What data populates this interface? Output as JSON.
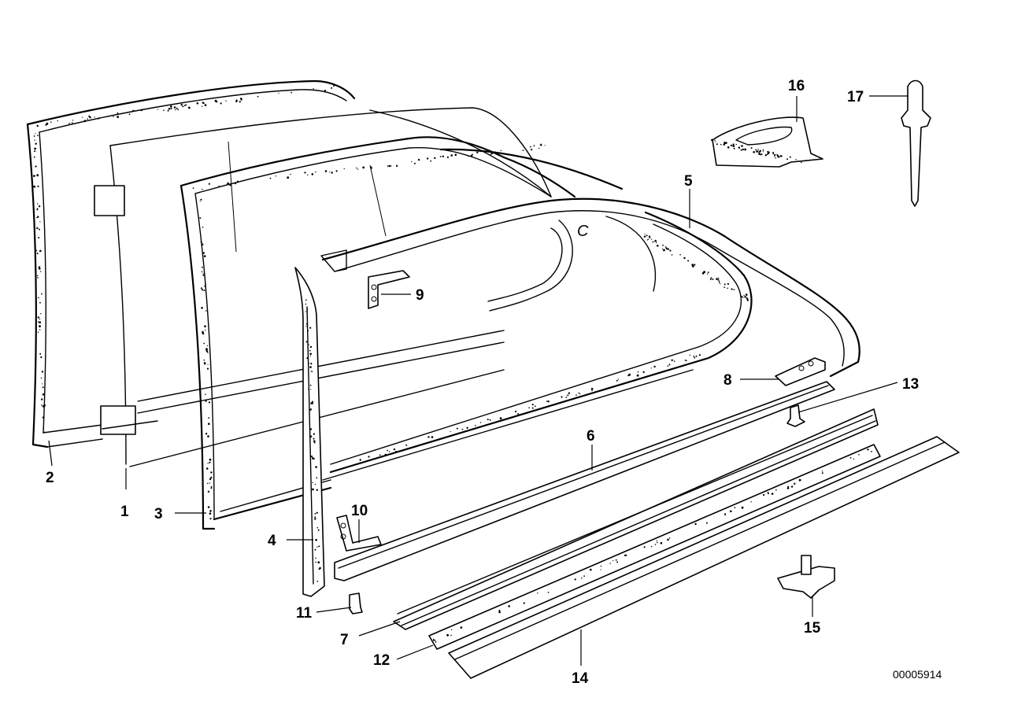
{
  "diagram": {
    "document_number": "00005914",
    "callouts": [
      "1",
      "2",
      "3",
      "4",
      "5",
      "6",
      "7",
      "8",
      "9",
      "10",
      "11",
      "12",
      "13",
      "14",
      "15",
      "16",
      "17"
    ],
    "inline_mark": "C"
  }
}
